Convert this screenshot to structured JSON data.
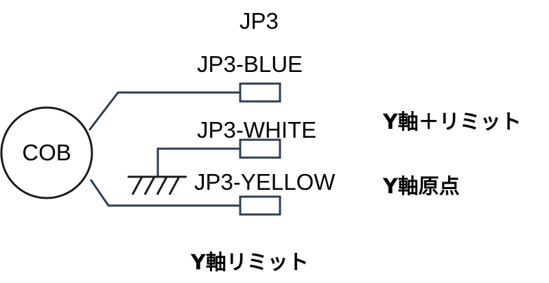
{
  "diagram": {
    "header": "JP3",
    "component": "COB",
    "pins": [
      {
        "label": "JP3-BLUE",
        "function": "Y軸＋リミット"
      },
      {
        "label": "JP3-WHITE",
        "function": "Y軸原点"
      },
      {
        "label": "JP3-YELLOW",
        "function": "Y軸リミット"
      }
    ]
  },
  "colors": {
    "wire": "#2b3e50",
    "outline": "#1a1a1a",
    "text": "#000000"
  }
}
